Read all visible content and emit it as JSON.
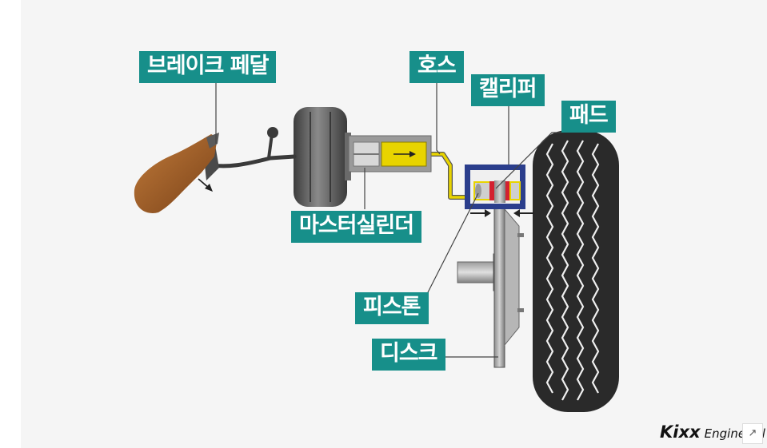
{
  "labels": {
    "brake_pedal": "브레이크 페달",
    "hose": "호스",
    "caliper": "캘리퍼",
    "pad": "패드",
    "master_cylinder": "마스터실린더",
    "piston": "피스톤",
    "disc": "디스크"
  },
  "brand": {
    "mark": "Kixx",
    "text": "Engine Oil"
  },
  "expand_icon": "↗",
  "colors": {
    "label_bg": "#178f8a",
    "hydraulic_line": "#e8d400",
    "caliper_body": "#2b3e8c",
    "pad_red": "#d32030",
    "tire": "#2a2a2a",
    "shoe": "#a0602a",
    "background": "#f5f5f5"
  }
}
